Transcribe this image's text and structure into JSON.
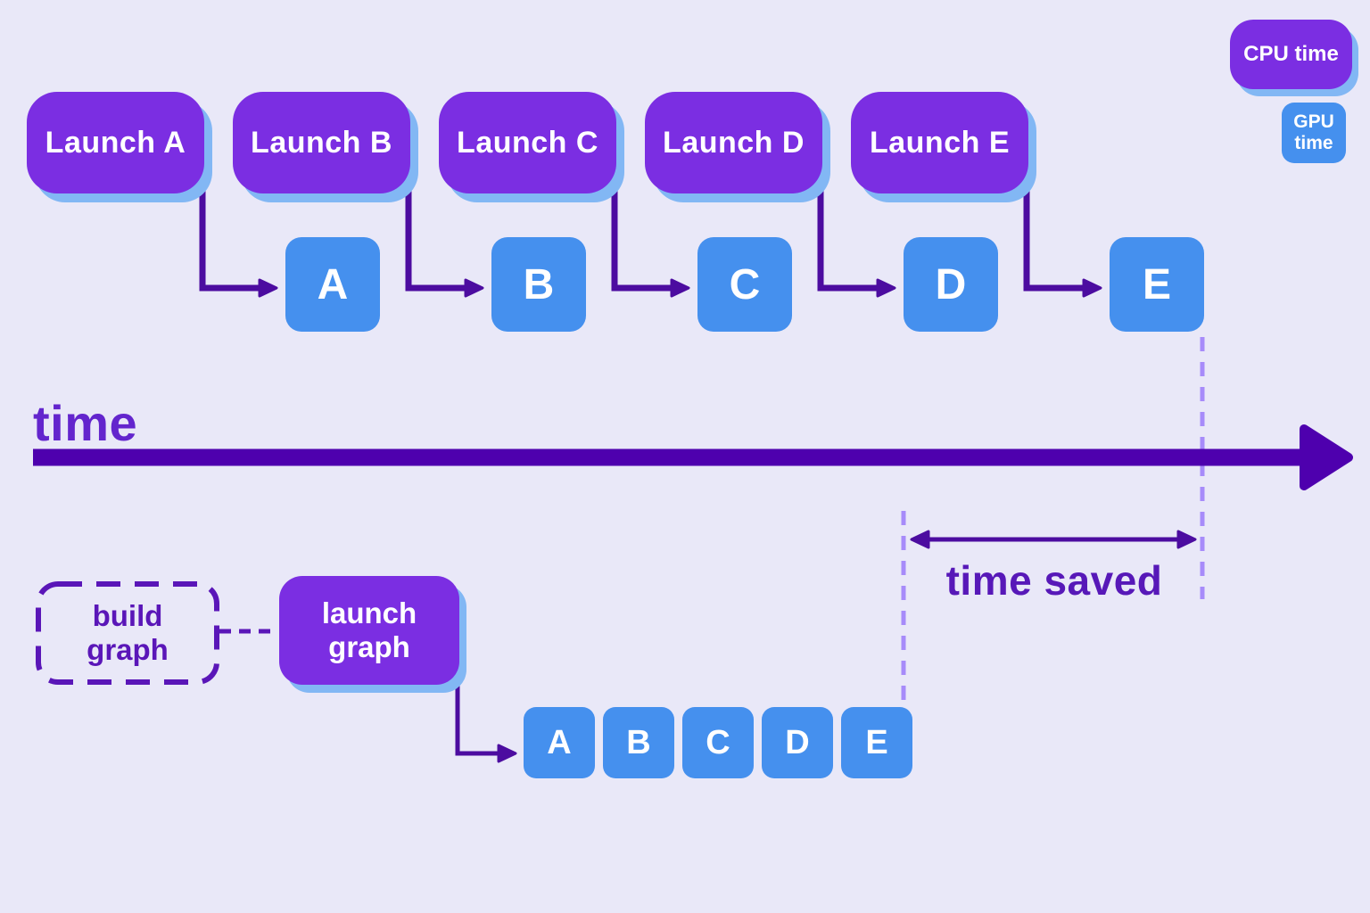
{
  "colors": {
    "background": "#E9E8F8",
    "cpu_fill": "#7B2EE2",
    "gpu_fill": "#4590EE",
    "shadow_blue": "#82B7F4",
    "arrow": "#4C0CA0",
    "timeline_bar": "#4E00AE",
    "time_label": "#6325CD",
    "time_saved": "#5718B8",
    "dashed_guide": "#A78BFA",
    "graph_outline": "#5A16B8"
  },
  "legend": {
    "cpu_label": "CPU time",
    "gpu_label": "GPU time"
  },
  "timeline": {
    "label": "time",
    "time_saved_label": "time saved"
  },
  "cpu_launches": [
    "Launch A",
    "Launch B",
    "Launch C",
    "Launch D",
    "Launch E"
  ],
  "gpu_blocks": [
    "A",
    "B",
    "C",
    "D",
    "E"
  ],
  "graph_flow": {
    "build_label": "build graph",
    "launch_label": "launch graph",
    "blocks": [
      "A",
      "B",
      "C",
      "D",
      "E"
    ]
  }
}
